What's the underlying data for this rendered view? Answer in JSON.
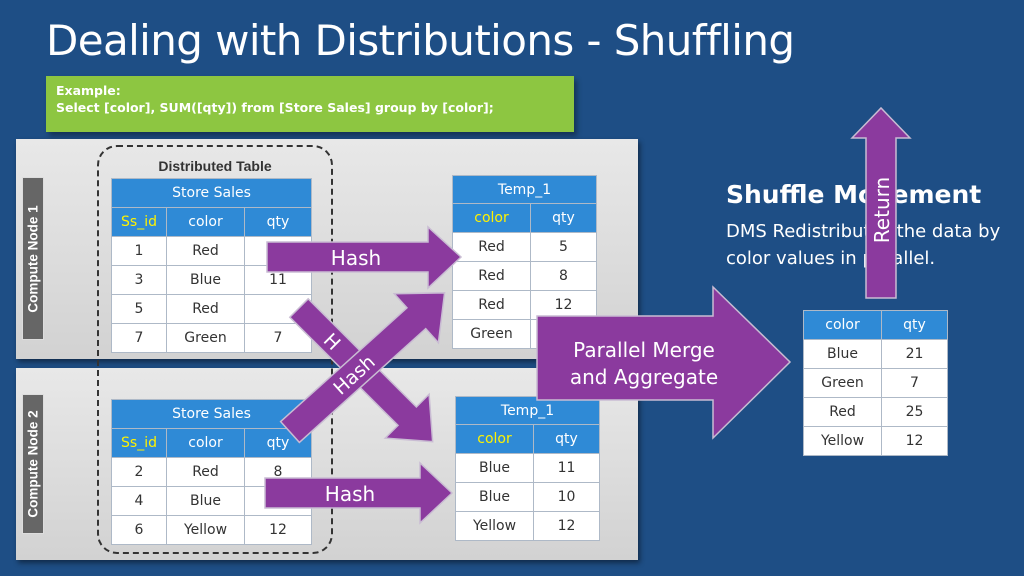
{
  "slide": {
    "title": "Dealing with Distributions - Shuffling"
  },
  "example": {
    "line1": "Example:",
    "line2": "Select [color], SUM([qty]) from [Store Sales] group by [color];"
  },
  "distributed_table_label": "Distributed Table",
  "compute_nodes": [
    {
      "label": "Compute Node 1",
      "store_sales": {
        "title": "Store Sales",
        "columns": [
          "Ss_id",
          "color",
          "qty"
        ],
        "rows": [
          [
            "1",
            "Red",
            ""
          ],
          [
            "3",
            "Blue",
            "11"
          ],
          [
            "5",
            "Red",
            ""
          ],
          [
            "7",
            "Green",
            "7"
          ]
        ]
      },
      "temp": {
        "title": "Temp_1",
        "columns": [
          "color",
          "qty"
        ],
        "rows": [
          [
            "Red",
            "5"
          ],
          [
            "Red",
            "8"
          ],
          [
            "Red",
            "12"
          ],
          [
            "Green",
            ""
          ]
        ]
      }
    },
    {
      "label": "Compute Node 2",
      "store_sales": {
        "title": "Store Sales",
        "columns": [
          "Ss_id",
          "color",
          "qty"
        ],
        "rows": [
          [
            "2",
            "Red",
            "8"
          ],
          [
            "4",
            "Blue",
            ""
          ],
          [
            "6",
            "Yellow",
            "12"
          ]
        ]
      },
      "temp": {
        "title": "Temp_1",
        "columns": [
          "color",
          "qty"
        ],
        "rows": [
          [
            "Blue",
            "11"
          ],
          [
            "Blue",
            "10"
          ],
          [
            "Yellow",
            "12"
          ]
        ]
      }
    }
  ],
  "arrows": {
    "hash_node1": "Hash",
    "hash_cross_a": "H",
    "hash_cross_b": "Hash",
    "hash_node2": "Hash",
    "merge_line1": "Parallel Merge",
    "merge_line2": "and Aggregate",
    "return_label": "Return"
  },
  "shuffle": {
    "heading": "Shuffle Movement",
    "description": "DMS Redistributes the data by color values in parallel."
  },
  "result": {
    "columns": [
      "color",
      "qty"
    ],
    "rows": [
      [
        "Blue",
        "21"
      ],
      [
        "Green",
        "7"
      ],
      [
        "Red",
        "25"
      ],
      [
        "Yellow",
        "12"
      ]
    ]
  },
  "colors": {
    "background": "#1e4e85",
    "example_box": "#8dc641",
    "table_header": "#2f8ad6",
    "arrow_fill": "#8b3a9e",
    "header_highlight": "#fff200"
  }
}
